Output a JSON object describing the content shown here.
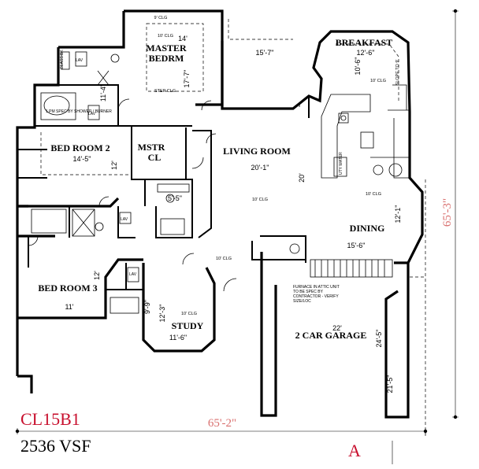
{
  "plan": {
    "code": "CL15B1",
    "area": "2536 VSF",
    "elevation": "A",
    "overall_width": "65'-2\"",
    "overall_depth": "65'-3\"",
    "colors": {
      "code": "#c8102e",
      "overall_dims": "#d9706f",
      "elevation": "#c8102e",
      "lines": "#000000"
    }
  },
  "rooms": {
    "master": {
      "line1": "MASTER",
      "line2": "BEDRM",
      "width": "14'",
      "depth": "17'-7\"",
      "ceiling": "10' CLG",
      "ceiling_top": "9' CLG",
      "step_clg": "STEP CLG"
    },
    "breakfast": {
      "name": "BREAKFAST",
      "width": "12'-6\"",
      "depth": "10'-6\"",
      "ceiling": "10' CLG",
      "slope": "SLOPE TO 9'"
    },
    "bed2": {
      "name": "BED ROOM 2",
      "width": "14'-5\"",
      "depth": "12'"
    },
    "mstr_cl": {
      "line1": "MSTR",
      "line2": "CL"
    },
    "living": {
      "name": "LIVING ROOM",
      "width": "20'-1\"",
      "depth": "20'",
      "ceiling": "10' CLG"
    },
    "dining": {
      "name": "DINING",
      "width": "15'-6\"",
      "depth": "12'-1\"",
      "ceiling": "10' CLG"
    },
    "bath2": {
      "width": "5'-5\""
    },
    "bed3": {
      "name": "BED ROOM 3",
      "width": "11'",
      "depth": "12'"
    },
    "study": {
      "name": "STUDY",
      "width": "11'-6\"",
      "depth": "12'-3\"",
      "ceiling": "10' CLG",
      "side": "9'-9\""
    },
    "hall": {
      "ceiling": "10' CLG"
    },
    "garage": {
      "name": "2 CAR GARAGE",
      "width": "22'",
      "depth": "24'-5\"",
      "depth2": "21'-5\""
    },
    "master_hall": {
      "width": "15'-7\""
    },
    "master_bath": {
      "depth": "11'-4\""
    }
  },
  "fixtures": {
    "lav": "LAV",
    "glass_bk": "GLASS BK",
    "tub": "1 PM SPEC BY SHOWER / BURNER",
    "util": "UTY WATER",
    "furnace": [
      "FURNACE IN ATTIC UNIT",
      "TO BE SPEC BY",
      "CONTRACTOR - VERIFY",
      "SIZE/LOC"
    ]
  }
}
